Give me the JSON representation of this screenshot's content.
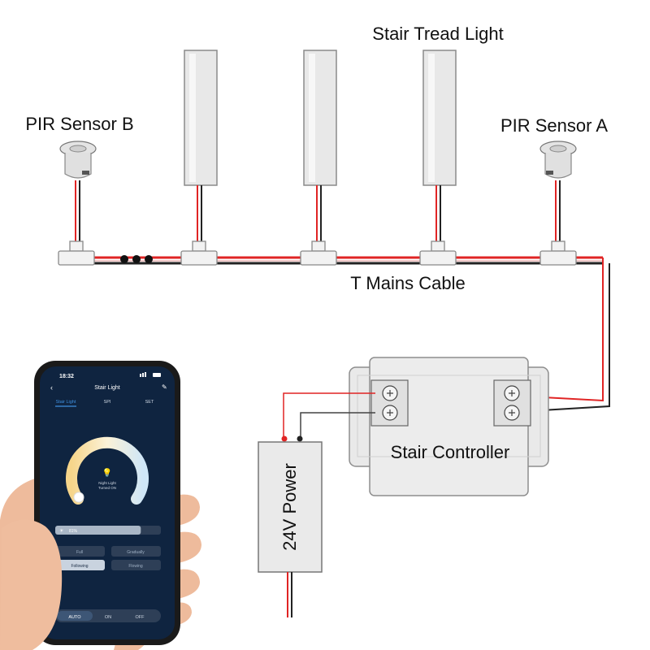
{
  "labels": {
    "stair_tread_light": "Stair Tread Light",
    "pir_sensor_b": "PIR Sensor B",
    "pir_sensor_a": "PIR Sensor A",
    "t_mains_cable": "T Mains Cable",
    "stair_controller": "Stair Controller",
    "power_supply": "24V Power"
  },
  "phone": {
    "time": "18:32",
    "title": "Stair Light",
    "tabs": [
      "Stair Light",
      "SPI",
      "SET"
    ],
    "center_line1": "Night Light",
    "center_line2": "Turned ON",
    "brightness": "81%",
    "brightness_level": 0.81,
    "options": [
      "Full",
      "Gradually",
      "Following",
      "Flowing"
    ],
    "modes": [
      "AUTO",
      "ON",
      "OFF"
    ],
    "colors": {
      "screen": "#0f2440",
      "accent": "#3d8fe0",
      "segment": "#2e3f57"
    }
  },
  "colors": {
    "wire_red": "#e02424",
    "wire_black": "#222222",
    "housing": "#e9e9e9",
    "terminal_green": "#3f7a3a"
  }
}
